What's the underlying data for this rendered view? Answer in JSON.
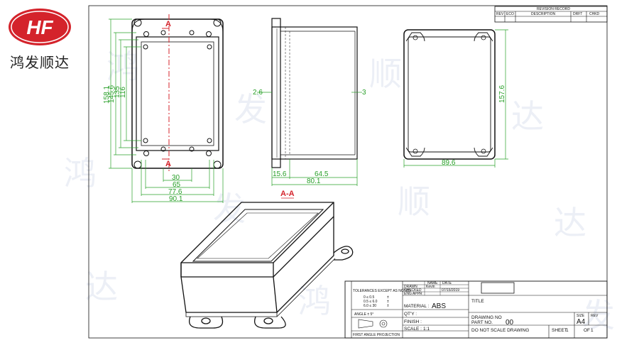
{
  "logo": {
    "mark": "HF",
    "company": "鸿发顺达"
  },
  "watermark": {
    "glyphs": [
      "鸿",
      "发",
      "顺",
      "达"
    ]
  },
  "section_mark": {
    "letter": "A",
    "view_label": "A-A"
  },
  "dimensions": {
    "front_height_outer": "158.1",
    "front_height_2": "145.6",
    "front_height_3": "135",
    "front_height_4": "116",
    "front_width_1": "30",
    "front_width_2": "65",
    "front_width_3": "77.6",
    "front_width_4": "90.1",
    "side_wall_left": "2.6",
    "side_wall_right": "3",
    "side_flange": "15.6",
    "side_depth": "64.5",
    "side_total": "80.1",
    "back_height": "157.6",
    "back_width": "89.6"
  },
  "title_block": {
    "revision_record": "REVISION RECORD",
    "rev_cols": [
      "REV",
      "ECO",
      "DESCRIPTION",
      "DRFT",
      "CHKD"
    ],
    "name_col": "NAME",
    "date_col": "DATE",
    "tolerance_note": "TOLERANCES EXCEPT AS NOTED",
    "tol_rows": [
      [
        "0 ≤ 0.5",
        "±"
      ],
      [
        "0.5 ≤ 6.0",
        "±"
      ],
      [
        "6.0 ≤ 30",
        "±"
      ]
    ],
    "angle_note": "ANGLE ± 5°",
    "projection": "FIRST ANGLE PROJECTION",
    "drawn": "DRAWN",
    "checked": "CHECKED",
    "eng_appr": "ENG APPR",
    "drawn_name": "Kevin",
    "drawn_date": "07/15/2019",
    "material_label": "MATERIAL :",
    "material_value": "ABS",
    "qty_label": "QT'Y :",
    "finish_label": "FINISH :",
    "scale_label": "SCALE :",
    "scale_value": "1:1",
    "title_label": "TITLE",
    "drawing_no": "DRAWING NO",
    "part_no": "PART NO.",
    "part_no_value": "00",
    "size_label": "SIZE",
    "size_value": "A4",
    "rev_label": "REV",
    "dont_scale": "DO NOT SCALE DRAWING",
    "sheet_label": "SHEET",
    "sheet_no": "1",
    "of_label": "OF",
    "sheet_total": "1"
  },
  "colors": {
    "dimension": "#2aa02a",
    "section": "#d4232b",
    "logo": "#d4232b",
    "line": "#111111"
  }
}
